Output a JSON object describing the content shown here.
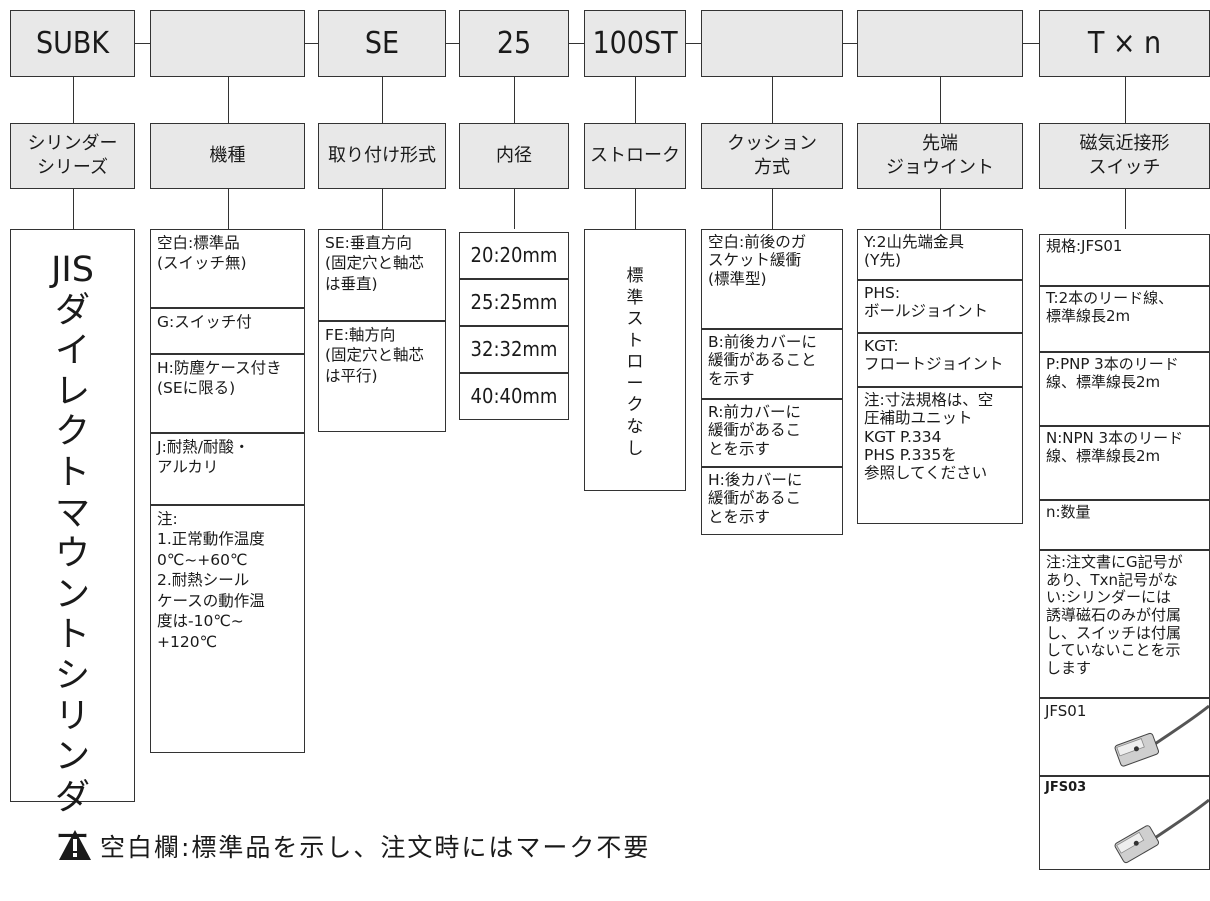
{
  "code_row": [
    "SUBK",
    "",
    "SE",
    "25",
    "100ST",
    "",
    "",
    "T × n"
  ],
  "headers": [
    "シリンダー\nシリーズ",
    "機種",
    "取り付け形式",
    "内径",
    "ストローク",
    "クッション\n方式",
    "先端\nジョウイント",
    "磁気近接形\nスイッチ"
  ],
  "series_name": "JIS\nダ\nイ\nレ\nク\nト\nマ\nウ\nン\nト\nシ\nリ\nン\nダ\nー",
  "model_options": [
    "空白:標準品\n(スイッチ無)",
    "G:スイッチ付",
    "H:防塵ケース付き\n(SEに限る)",
    "J:耐熱/耐酸・\nアルカリ",
    "注:\n1.正常動作温度\n0℃~+60℃\n2.耐熱シール\nケースの動作温\n度は-10℃~\n+120℃"
  ],
  "mount_options": [
    "SE:垂直方向\n(固定穴と軸芯\nは垂直)",
    "FE:軸方向\n(固定穴と軸芯\nは平行)"
  ],
  "bore_options": [
    "20:20mm",
    "25:25mm",
    "32:32mm",
    "40:40mm"
  ],
  "stroke_note": "標\n準\nス\nト\nロ\nー\nク\nな\nし",
  "cushion_options": [
    "空白:前後のガ\nスケット緩衝\n(標準型)",
    "B:前後カバーに\n緩衝があること\nを示す",
    "R:前カバーに\n緩衝があるこ\nとを示す",
    "H:後カバーに\n緩衝があるこ\nとを示す"
  ],
  "rodend_options": [
    "Y:2山先端金具\n(Y先)",
    "PHS:\nボールジョイント",
    "KGT:\nフロートジョイント",
    "注:寸法規格は、空\n圧補助ユニット\nKGT P.334\nPHS P.335を\n参照してください"
  ],
  "switch_options": [
    "規格:JFS01",
    "T:2本のリード線、\n標準線長2m",
    "P:PNP 3本のリード\n線、標準線長2m",
    "N:NPN 3本のリード\n線、標準線長2m",
    "n:数量",
    "注:注文書にG記号が\nあり、Txn記号がな\nい:シリンダーには\n誘導磁石のみが付属\nし、スイッチは付属\nしていないことを示\nします"
  ],
  "switch_images": [
    "JFS01",
    "JFS03"
  ],
  "footer_note": "空白欄:標準品を示し、注文時にはマーク不要",
  "icons": [
    "warning-triangle-icon",
    "jfs01-switch-image",
    "jfs03-switch-image"
  ]
}
